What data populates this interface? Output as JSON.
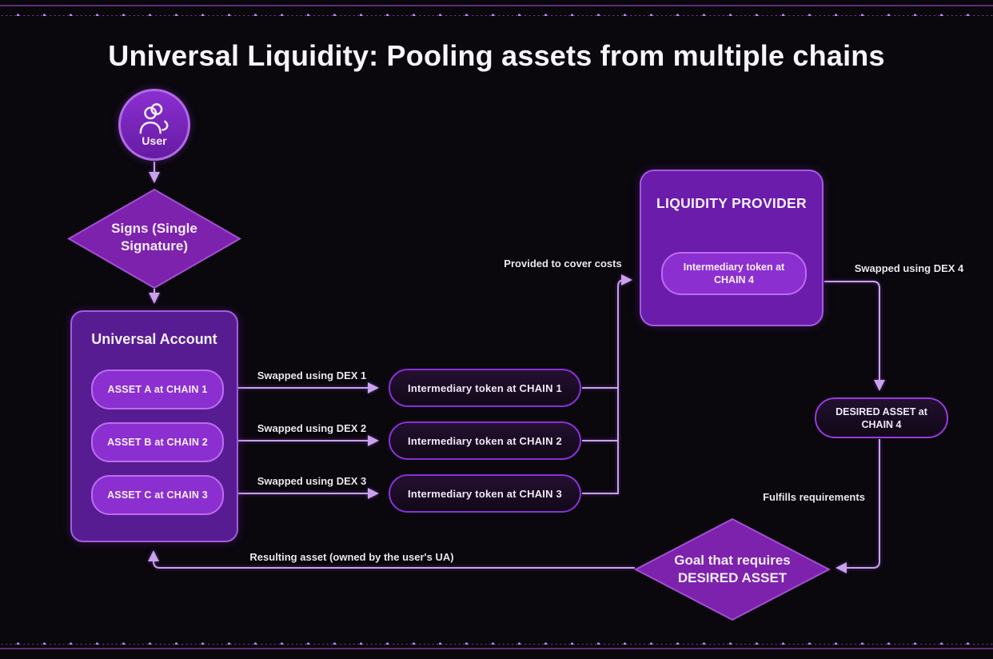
{
  "title": "Universal Liquidity: Pooling assets from multiple chains",
  "colors": {
    "background": "#0a070d",
    "box_fill": "#581c92",
    "box_border": "#a55ce0",
    "pill_fill": "#8c2fd0",
    "pill_border": "#bc6cf0",
    "dark_pill_border": "#8b30d9",
    "diamond_fill": "#7d22ad",
    "connector": "#c9a2ec",
    "text_light": "#f5f0fa"
  },
  "nodes": {
    "user": {
      "label": "User"
    },
    "signs_diamond": {
      "line1": "Signs (Single",
      "line2": "Signature)"
    },
    "universal_account": {
      "title": "Universal Account",
      "assets": [
        "ASSET A at CHAIN 1",
        "ASSET B at CHAIN 2",
        "ASSET C at CHAIN 3"
      ]
    },
    "intermediaries": [
      "Intermediary token at CHAIN 1",
      "Intermediary token at CHAIN 2",
      "Intermediary token at CHAIN 3"
    ],
    "liquidity_provider": {
      "title": "LIQUIDITY PROVIDER",
      "pill_line1": "Intermediary token at",
      "pill_line2": "CHAIN 4"
    },
    "desired_asset": {
      "line1": "DESIRED ASSET at",
      "line2": "CHAIN 4"
    },
    "goal_diamond": {
      "line1": "Goal that requires",
      "line2": "DESIRED ASSET"
    }
  },
  "edge_labels": {
    "swap1": "Swapped using DEX 1",
    "swap2": "Swapped using DEX 2",
    "swap3": "Swapped using DEX 3",
    "swap4": "Swapped using DEX 4",
    "provided": "Provided to cover costs",
    "fulfills": "Fulfills requirements",
    "resulting": "Resulting asset (owned by the user's UA)"
  }
}
